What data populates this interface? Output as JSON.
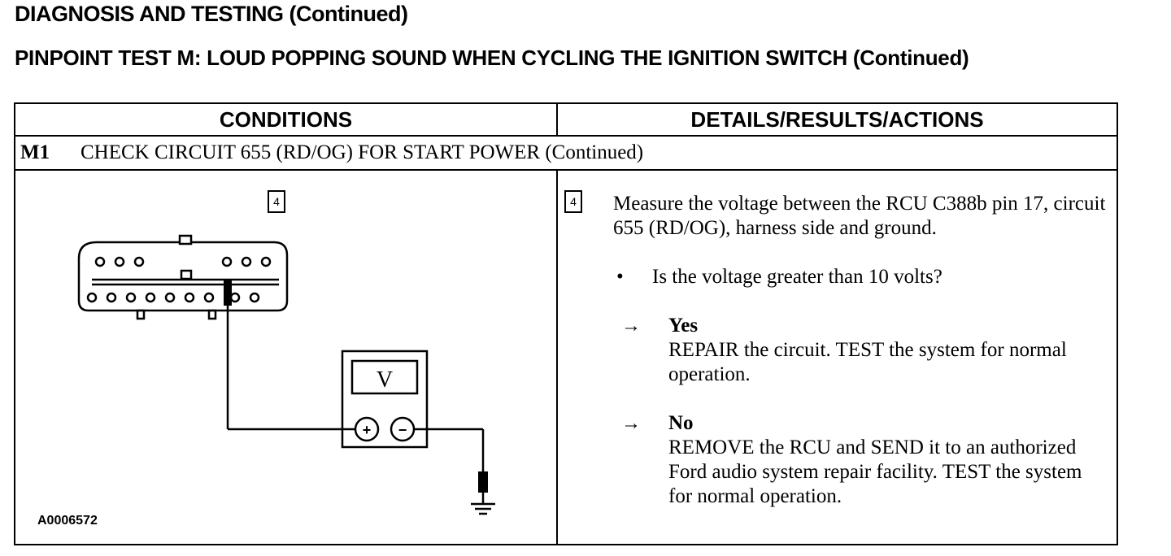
{
  "header": {
    "section_title": "DIAGNOSIS AND TESTING (Continued)",
    "test_title": "PINPOINT TEST M: LOUD POPPING SOUND WHEN CYCLING THE IGNITION SWITCH (Continued)"
  },
  "table": {
    "col_conditions": "CONDITIONS",
    "col_details": "DETAILS/RESULTS/ACTIONS",
    "step_number": "M1",
    "step_title": "CHECK CIRCUIT 655 (RD/OG) FOR START POWER (Continued)"
  },
  "figure": {
    "callout": "4",
    "meter_label": "V",
    "plus_symbol": "+",
    "minus_symbol": "−",
    "figure_id": "A0006572"
  },
  "details": {
    "callout": "4",
    "measure_text": "Measure the voltage between the RCU C388b pin 17, circuit 655 (RD/OG), harness side and ground.",
    "bullet": "•",
    "question": "Is the voltage greater than 10 volts?",
    "arrow": "→",
    "yes_label": "Yes",
    "yes_action": "REPAIR the circuit. TEST the system for normal operation.",
    "no_label": "No",
    "no_action": "REMOVE the RCU and SEND it to an authorized Ford audio system repair facility. TEST the system for normal operation."
  }
}
